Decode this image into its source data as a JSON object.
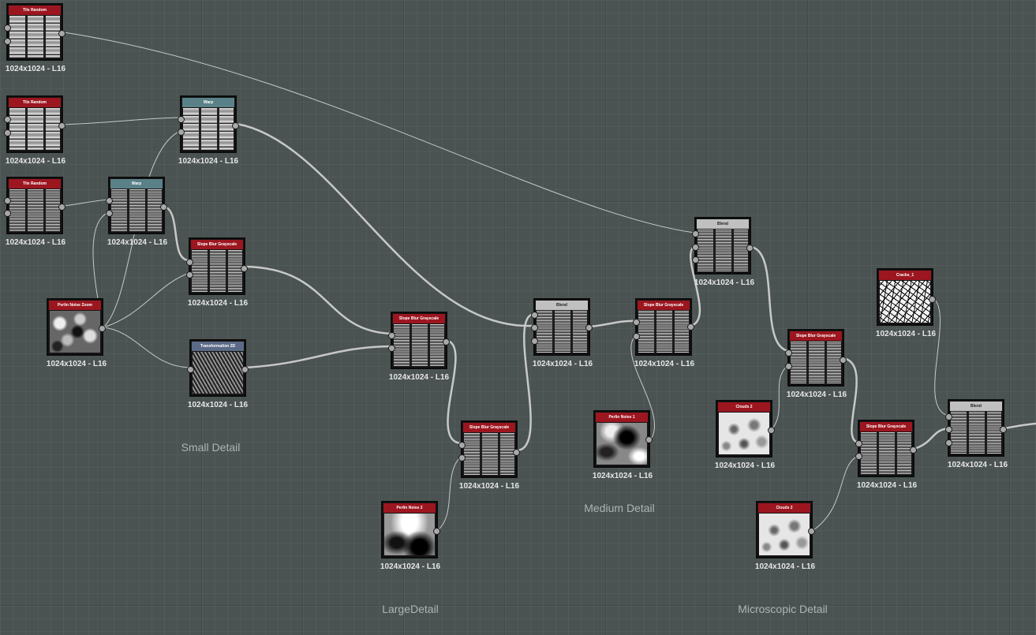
{
  "colors": {
    "canvas": "#4a5352",
    "header_red": "#9c1620",
    "header_teal": "#5a8088",
    "header_slate": "#5b6a86",
    "header_grey": "#c0c0c0",
    "wire": "#c8c8c8"
  },
  "frames": {
    "small_detail": "Small Detail",
    "large_detail": "LargeDetail",
    "medium_detail": "Medium Detail",
    "microscopic_detail": "Microscopic Detail"
  },
  "nodes": {
    "tile_random_1": {
      "title": "Tile Random",
      "label": "1024x1024 - L16"
    },
    "tile_random_2": {
      "title": "Tile Random",
      "label": "1024x1024 - L16"
    },
    "tile_random_3": {
      "title": "Tile Random",
      "label": "1024x1024 - L16"
    },
    "warp_1": {
      "title": "Warp",
      "label": "1024x1024 - L16"
    },
    "warp_2": {
      "title": "Warp",
      "label": "1024x1024 - L16"
    },
    "perlin_zoom": {
      "title": "Perlin Noise Zoom",
      "label": "1024x1024 - L16"
    },
    "slope_blur_1": {
      "title": "Slope Blur Grayscale",
      "label": "1024x1024 - L16"
    },
    "transformation_2d": {
      "title": "Transformation 2D",
      "label": "1024x1024 - L16"
    },
    "slope_blur_2": {
      "title": "Slope Blur Grayscale",
      "label": "1024x1024 - L16"
    },
    "slope_blur_3": {
      "title": "Slope Blur Grayscale",
      "label": "1024x1024 - L16"
    },
    "perlin_2": {
      "title": "Perlin Noise 2",
      "label": "1024x1024 - L16"
    },
    "blend_1": {
      "title": "Blend",
      "label": "1024x1024 - L16"
    },
    "slope_blur_4": {
      "title": "Slope Blur Grayscale",
      "label": "1024x1024 - L16"
    },
    "perlin_1": {
      "title": "Perlin Noise 1",
      "label": "1024x1024 - L16"
    },
    "blend_2": {
      "title": "Blend",
      "label": "1024x1024 - L16"
    },
    "cracks_1": {
      "title": "Cracks_1",
      "label": "1024x1024 - L16"
    },
    "slope_blur_5": {
      "title": "Slope Blur Grayscale",
      "label": "1024x1024 - L16"
    },
    "cloud_2a": {
      "title": "Clouds 2",
      "label": "1024x1024 - L16"
    },
    "slope_blur_6": {
      "title": "Slope Blur Grayscale",
      "label": "1024x1024 - L16"
    },
    "cloud_2b": {
      "title": "Clouds 2",
      "label": "1024x1024 - L16"
    },
    "blend_3": {
      "title": "Blend",
      "label": "1024x1024 - L16"
    }
  }
}
